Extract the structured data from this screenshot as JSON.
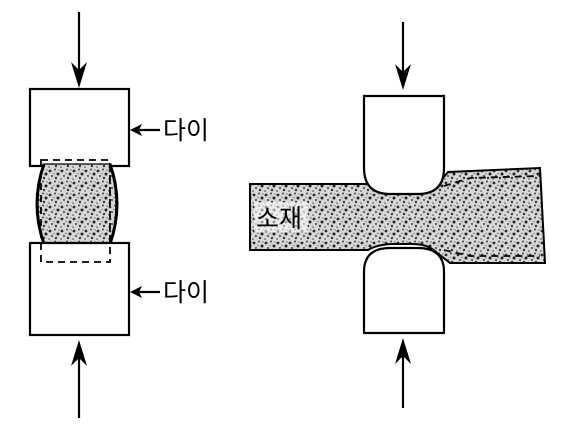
{
  "labels": {
    "die_top": "다이",
    "die_bottom": "다이",
    "workpiece": "소재"
  },
  "colors": {
    "ink": "#000000",
    "texture": "#9a9a9a",
    "background": "#ffffff"
  }
}
